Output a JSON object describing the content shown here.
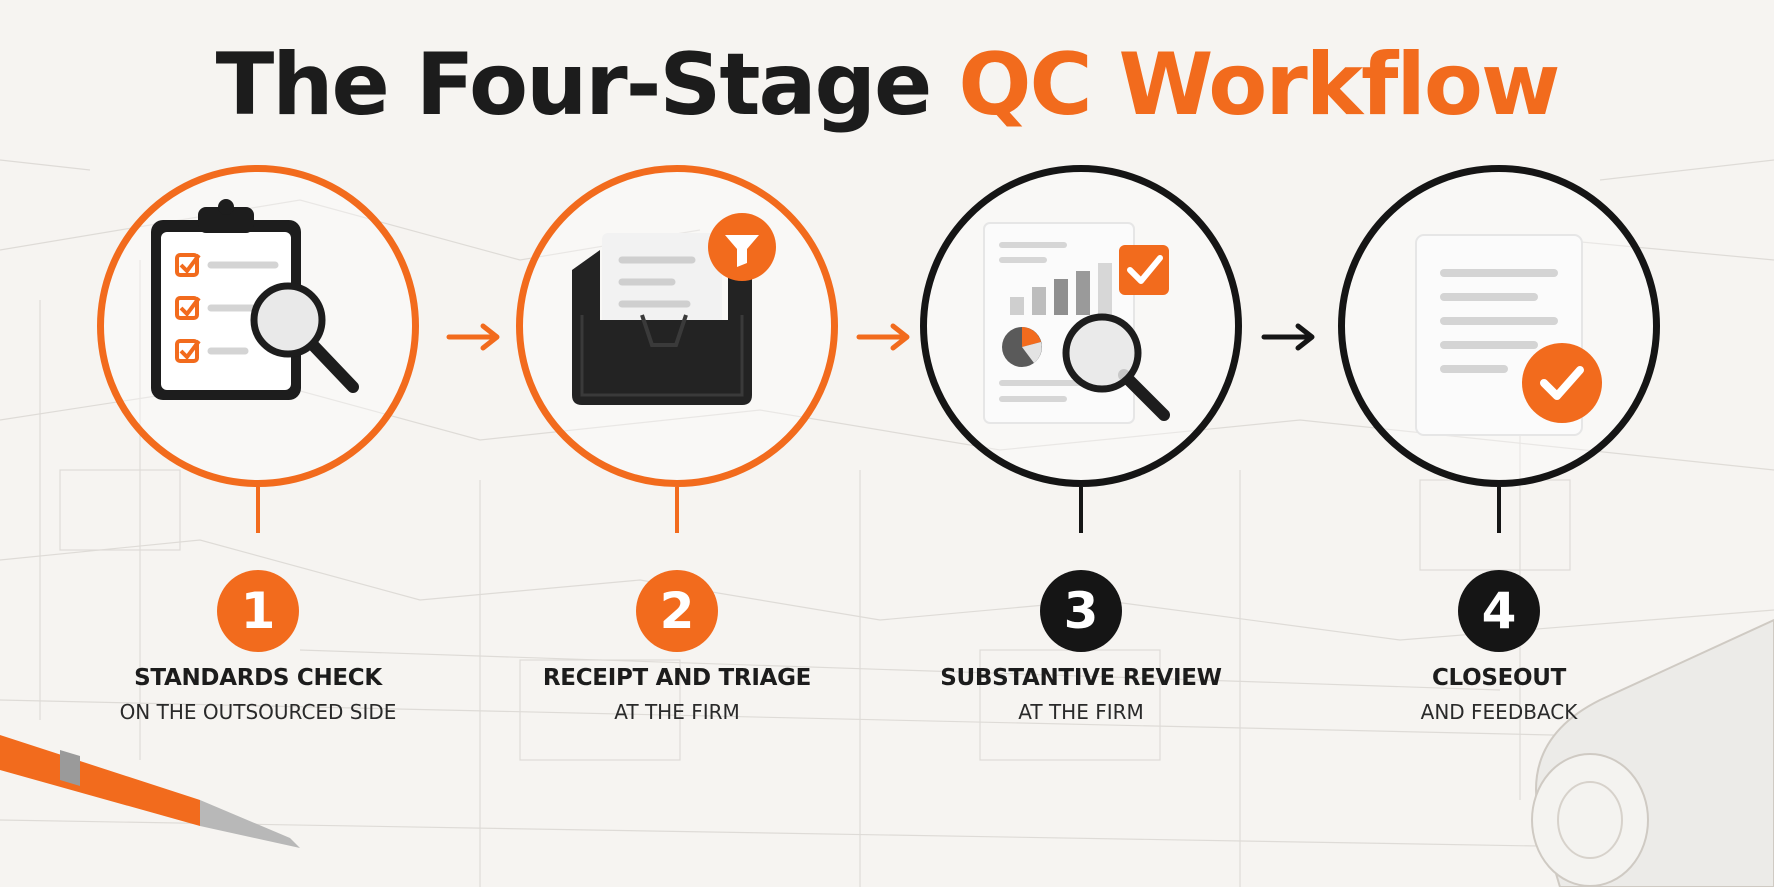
{
  "title": {
    "main": "The Four-Stage",
    "accent": "QC Workflow"
  },
  "colors": {
    "accent": "#f26b1d",
    "dark": "#151515",
    "background": "#f6f4f1"
  },
  "stages": [
    {
      "number": "1",
      "label": "STANDARDS CHECK",
      "sub": "ON THE OUTSOURCED SIDE",
      "icon": "clipboard-magnifier-icon",
      "style": "orange"
    },
    {
      "number": "2",
      "label": "RECEIPT AND TRIAGE",
      "sub": "AT THE FIRM",
      "icon": "inbox-tray-filter-icon",
      "style": "orange"
    },
    {
      "number": "3",
      "label": "SUBSTANTIVE REVIEW",
      "sub": "AT THE FIRM",
      "icon": "report-magnifier-icon",
      "style": "dark"
    },
    {
      "number": "4",
      "label": "CLOSEOUT",
      "sub": "AND FEEDBACK",
      "icon": "document-check-icon",
      "style": "dark"
    }
  ]
}
